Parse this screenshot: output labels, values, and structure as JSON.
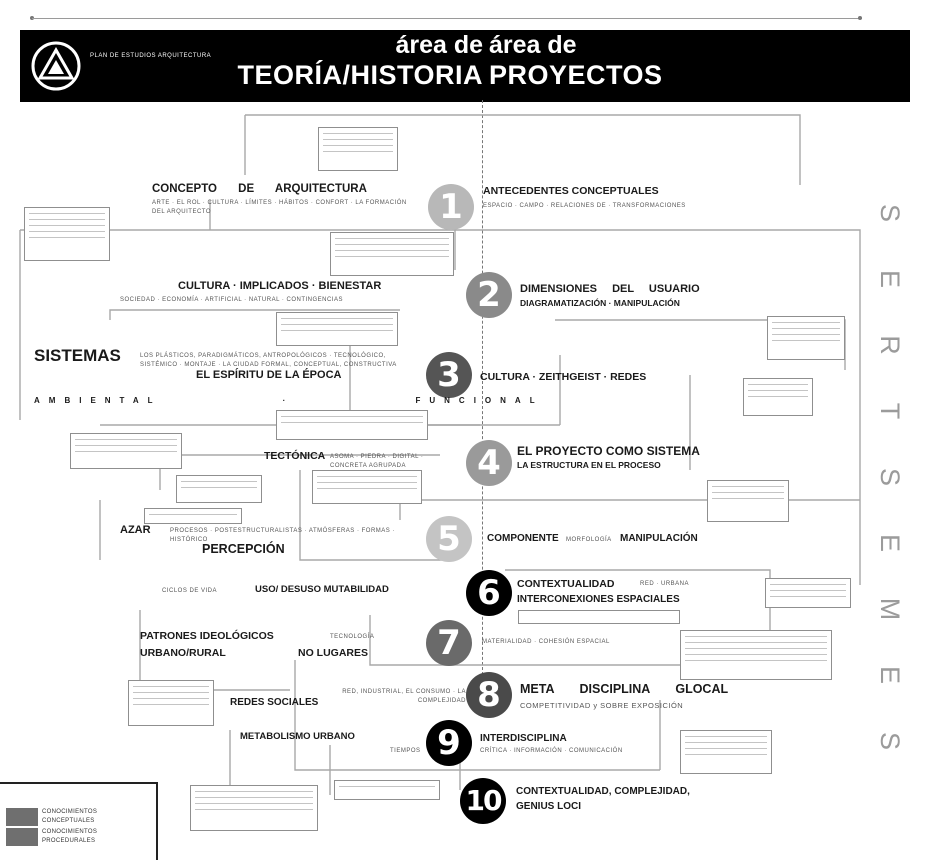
{
  "header": {
    "logo_text": "PLAN DE ESTUDIOS ARQUITECTURA",
    "left_small": "área de",
    "left_large": "TEORÍA/HISTORIA",
    "right_small": "área de",
    "right_large": "PROYECTOS"
  },
  "side_label": [
    "S",
    "E",
    "M",
    "E",
    "S",
    "T",
    "R",
    "E",
    "S"
  ],
  "colors": {
    "bg": "#000000",
    "dark": "#1e1e1e",
    "mid": "#6f6f6f",
    "light": "#b8b8b8"
  },
  "semesters": [
    {
      "num": "1",
      "color": "#b8b8b8",
      "left_main": "CONCEPTO DE ARQUITECTURA",
      "left_sub": "ARTE · EL ROL · CULTURA · LÍMITES · HÁBITOS · CONFORT · LA FORMACIÓN DEL ARQUITECTO",
      "right_main": "ANTECEDENTES CONCEPTUALES",
      "right_sub": "ESPACIO · CAMPO · RELACIONES DE · TRANSFORMACIONES"
    },
    {
      "num": "2",
      "color": "#8a8a8a",
      "left_main": "CULTURA · IMPLICADOS · BIENESTAR",
      "left_sub": "SOCIEDAD · ECONOMÍA · ARTIFICIAL · NATURAL · CONTINGENCIAS",
      "right_main": "DIMENSIONES DEL USUARIO",
      "right_sub": "DIAGRAMATIZACIÓN · MANIPULACIÓN"
    },
    {
      "num": "3",
      "color": "#555555",
      "left_main": "SISTEMAS",
      "left_main_b": "EL ESPÍRITU DE LA ÉPOCA",
      "left_sub": "LOS PLÁSTICOS, PARADIGMÁTICOS, ANTROPOLÓGICOS · TECNOLÓGICO, SISTÉMICO · MONTAJE · LA CIUDAD FORMAL, CONCEPTUAL, CONSTRUCTIVA",
      "left_sub_b": "AMBIENTAL · FUNCIONAL",
      "right_main": "CULTURA · ZEITHGEIST · REDES",
      "right_sub": ""
    },
    {
      "num": "4",
      "color": "#9a9a9a",
      "left_main": "TECTÓNICA",
      "left_sub": "ASOMA · PIEDRA · DIGITAL · CONCRETA AGRUPADA",
      "right_main": "EL PROYECTO COMO SISTEMA",
      "right_sub": "LA ESTRUCTURA EN EL PROCESO"
    },
    {
      "num": "5",
      "color": "#c4c4c4",
      "left_main": "AZAR",
      "left_main_b": "PERCEPCIÓN",
      "left_sub": "PROCESOS · POSTESTRUCTURALISTAS · ATMÓSFERAS · FORMAS · HISTÓRICO",
      "right_main": "COMPONENTE",
      "right_main_b": "MANIPULACIÓN",
      "right_sub": "MORFOLOGÍA"
    },
    {
      "num": "6",
      "color": "#000000",
      "left_main": "USO/ DESUSO MUTABILIDAD",
      "left_sub": "CICLOS DE VIDA",
      "right_main": "CONTEXTUALIDAD",
      "right_main_b": "INTERCONEXIONES ESPACIALES",
      "right_sub": "RED · URBANA"
    },
    {
      "num": "7",
      "color": "#6a6a6a",
      "left_main": "PATRONES IDEOLÓGICOS",
      "left_main_b": "URBANO/RURAL",
      "left_main_c": "NO LUGARES",
      "left_sub": "TECNOLOGÍA",
      "right_main": "",
      "right_sub": "MATERIALIDAD · COHESIÓN ESPACIAL"
    },
    {
      "num": "8",
      "color": "#4a4a4a",
      "left_main": "REDES SOCIALES",
      "left_sub": "RED, INDUSTRIAL, EL CONSUMO · LA COMPLEJIDAD",
      "right_main": "META DISCIPLINA GLOCAL",
      "right_sub": "COMPETITIVIDAD y SOBRE EXPOSICIÓN"
    },
    {
      "num": "9",
      "color": "#000000",
      "left_main": "METABOLISMO URBANO",
      "left_sub": "TIEMPOS",
      "right_main": "INTERDISCIPLINA",
      "right_sub": "CRÍTICA · INFORMACIÓN · COMUNICACIÓN"
    },
    {
      "num": "10",
      "color": "#000000",
      "left_main": "",
      "left_sub": "",
      "right_main": "CONTEXTUALIDAD, COMPLEJIDAD,",
      "right_main_b": "GENIUS LOCI",
      "right_sub": ""
    }
  ],
  "legend": [
    {
      "label": "CONOCIMIENTOS",
      "color": "#6f6f6f"
    },
    {
      "label": "CONCEPTUALES",
      "color": "#6f6f6f"
    },
    {
      "label": "CONOCIMIENTOS",
      "color": "#6f6f6f"
    },
    {
      "label": "PROCEDURALES",
      "color": "#6f6f6f"
    }
  ]
}
